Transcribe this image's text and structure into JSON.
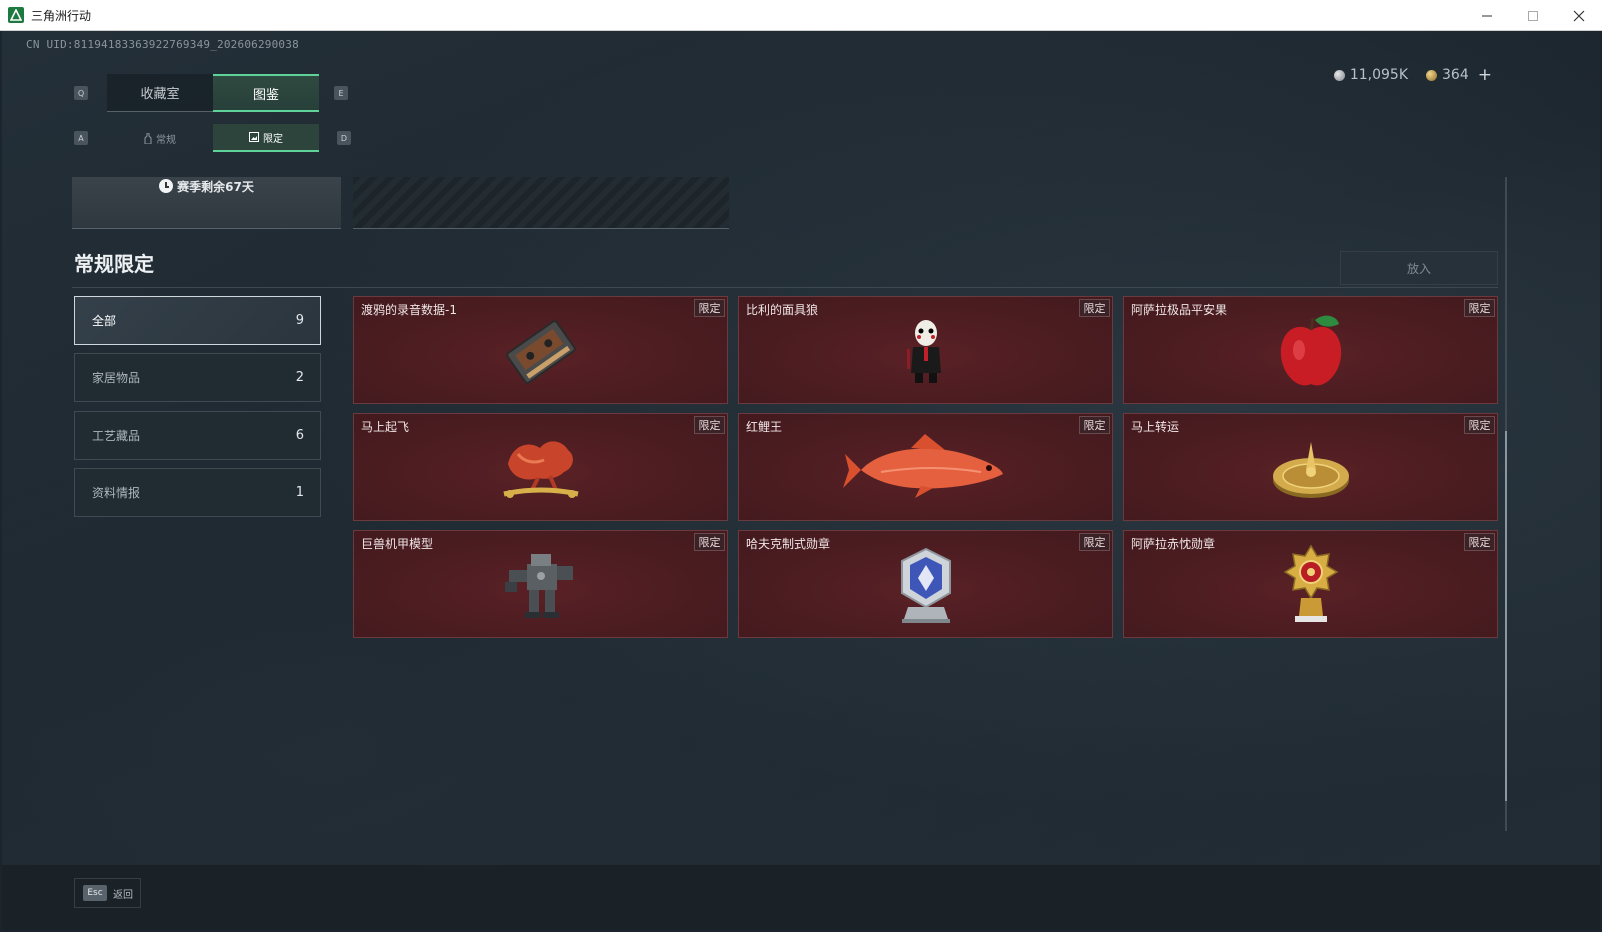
{
  "window": {
    "title": "三角洲行动"
  },
  "uid": "CN UID:8119418336392276934­9_20260629003­8",
  "currency": {
    "silver": "11,095K",
    "gold": "364",
    "add": "+"
  },
  "keys": {
    "left1": "Q",
    "right1": "E",
    "left2": "A",
    "right2": "D"
  },
  "tabs": [
    {
      "label": "收藏室"
    },
    {
      "label": "图鉴"
    }
  ],
  "subtabs": [
    {
      "label": "常规"
    },
    {
      "label": "限定"
    }
  ],
  "season": {
    "text": "赛季剩余67天"
  },
  "section": {
    "title": "常规限定",
    "action": "放入"
  },
  "categories": [
    {
      "label": "全部",
      "count": "9"
    },
    {
      "label": "家居物品",
      "count": "2"
    },
    {
      "label": "工艺藏品",
      "count": "6"
    },
    {
      "label": "资料情报",
      "count": "1"
    }
  ],
  "badge": "限定",
  "items": [
    {
      "name": "渡鸦的录音数据-1",
      "icon": "cassette-icon"
    },
    {
      "name": "比利的面具狼",
      "icon": "puppet-icon"
    },
    {
      "name": "阿萨拉极品平安果",
      "icon": "apple-icon"
    },
    {
      "name": "马上起飞",
      "icon": "horse-statue-icon"
    },
    {
      "name": "红鲤王",
      "icon": "carp-icon"
    },
    {
      "name": "马上转运",
      "icon": "golden-dial-icon"
    },
    {
      "name": "巨兽机甲模型",
      "icon": "mech-model-icon"
    },
    {
      "name": "哈夫克制式勋章",
      "icon": "silver-medal-icon"
    },
    {
      "name": "阿萨拉赤忱勋章",
      "icon": "gold-medal-icon"
    }
  ],
  "footer": {
    "esc_key": "Esc",
    "esc_label": "返回"
  }
}
